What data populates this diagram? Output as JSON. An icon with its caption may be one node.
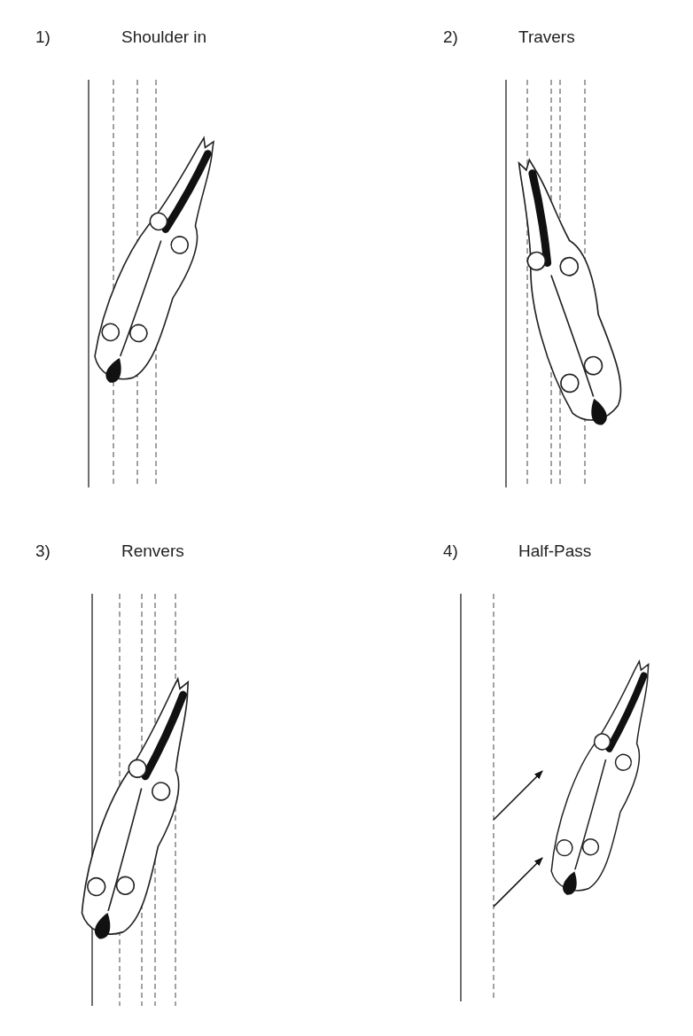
{
  "diagram": {
    "labels": [
      "1)",
      "Shoulder in",
      "2)",
      "Travers",
      "3)",
      "Renvers",
      "4)",
      "Half-Pass"
    ]
  }
}
